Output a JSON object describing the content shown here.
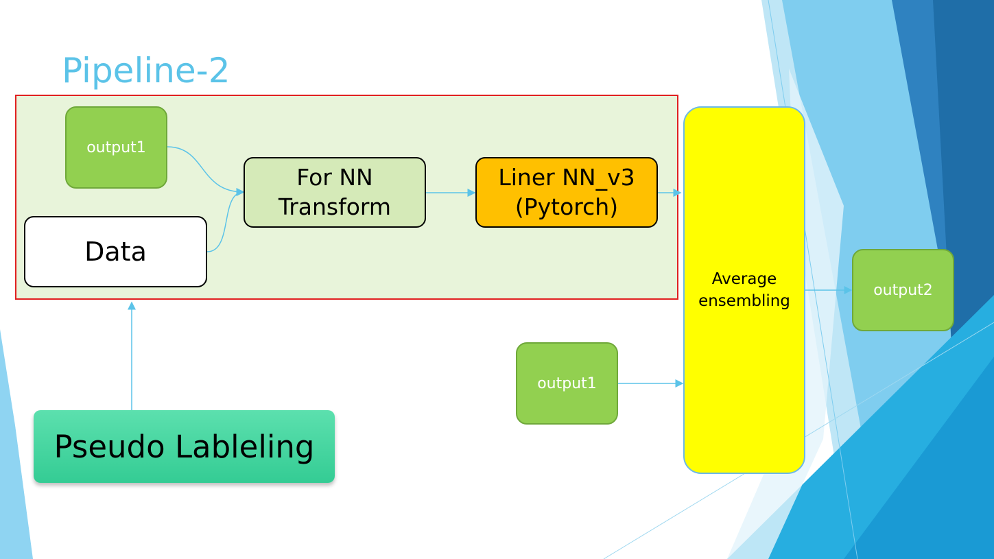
{
  "title": "Pipeline-2",
  "nodes": {
    "output1_top": "output1",
    "data": "Data",
    "transform": "For NN\nTransform",
    "liner": "Liner NN_v3\n(Pytorch)",
    "ensemble": "Average\nensembling",
    "output2": "output2",
    "output1_bottom": "output1",
    "pseudo": "Pseudo Lableling"
  },
  "colors": {
    "title": "#5bc3e8",
    "output_node": "#92d050",
    "transform_node": "#d5eab8",
    "liner_node": "#ffc000",
    "ensemble_node": "#ffff00",
    "pseudo_node": "#3dd39c",
    "pipeline_box_fill": "#e8f4da",
    "pipeline_box_border": "#e02020",
    "arrow": "#5bc3e8"
  }
}
